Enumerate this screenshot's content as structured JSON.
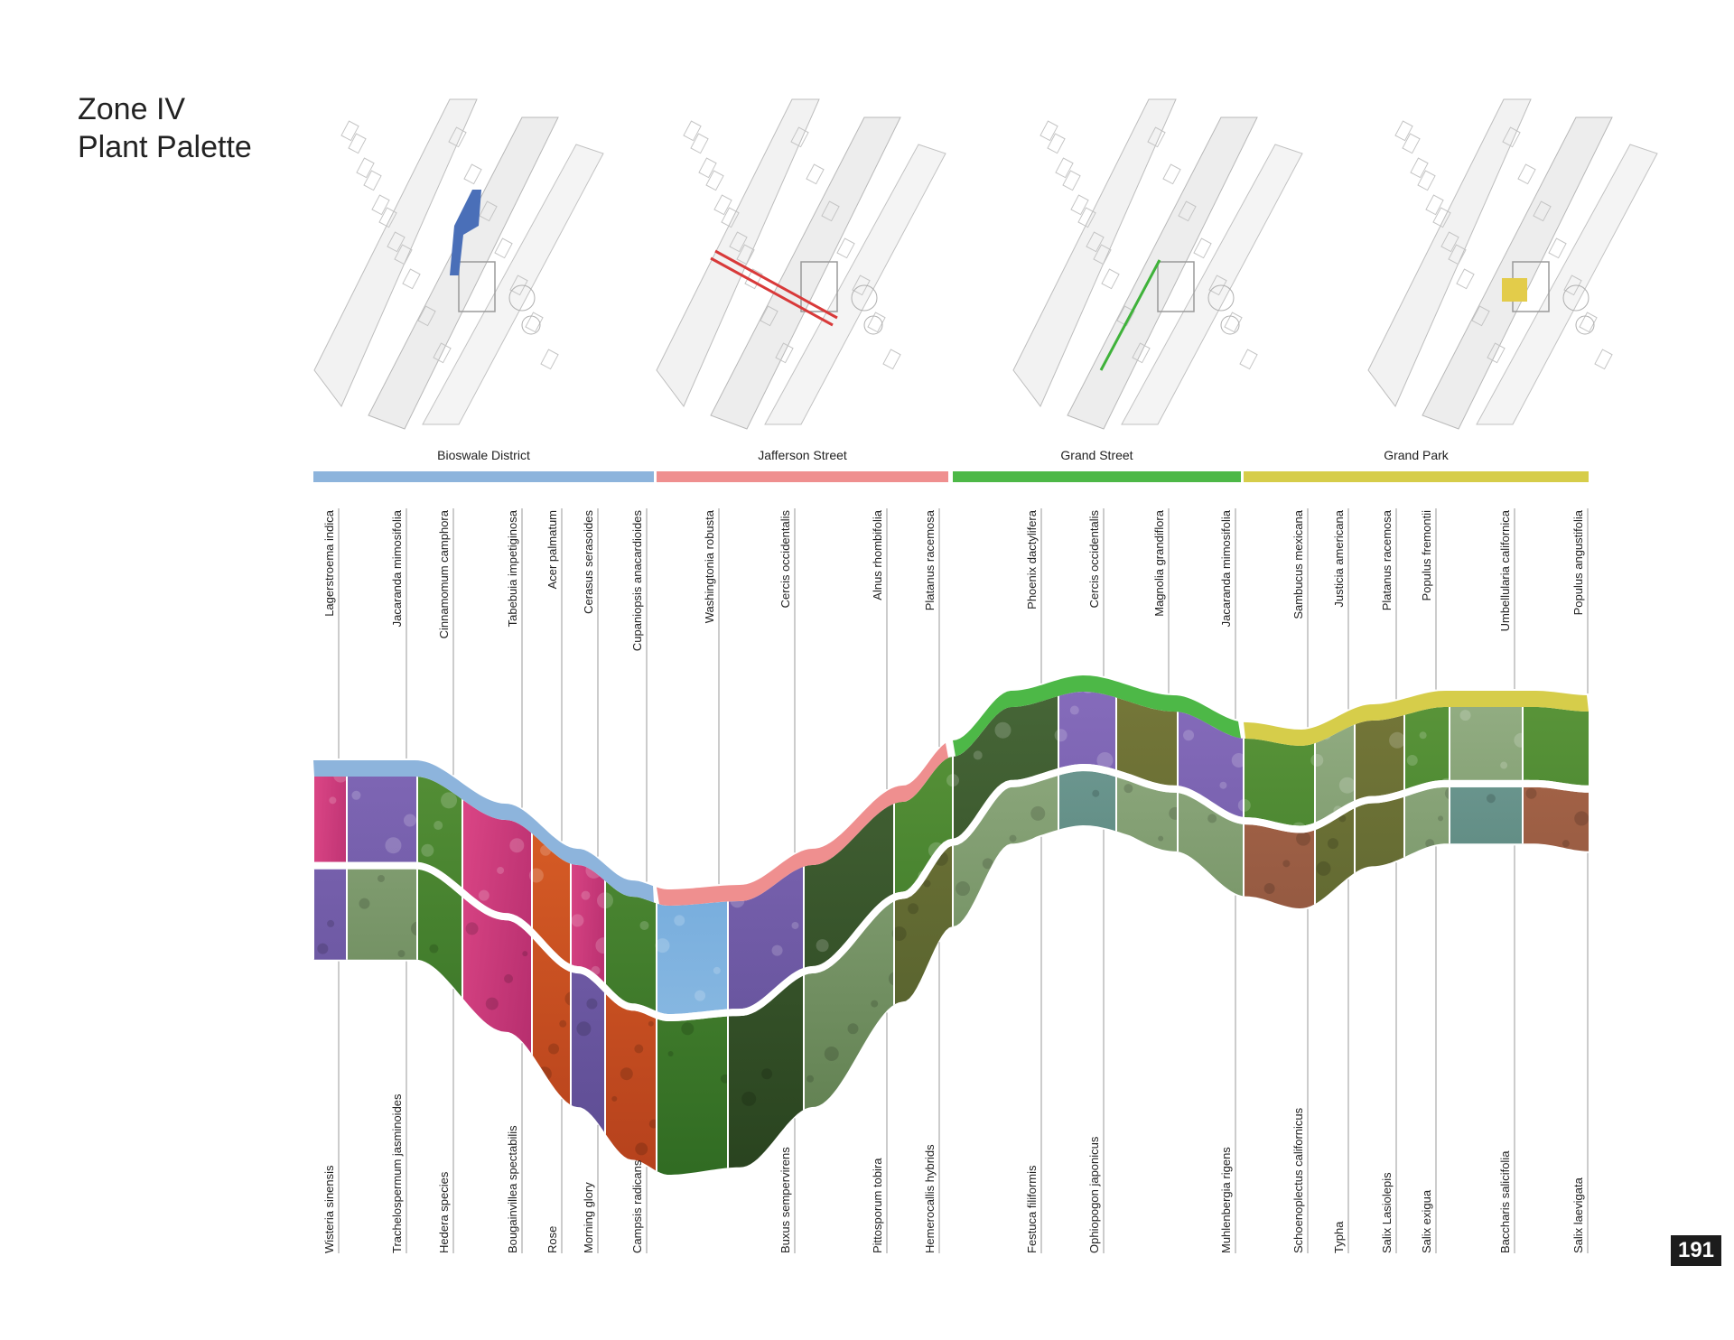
{
  "page": {
    "title_line1": "Zone IV",
    "title_line2": "Plant Palette",
    "page_number": "191"
  },
  "zones": [
    {
      "name": "Bioswale District",
      "color": "#8db4dc",
      "top_plants": [
        "Lagerstroema indica",
        "Jacaranda mimosifolia",
        "Cinnamomum camphora",
        "Tabebuia impetiginosa",
        "Acer palmatum",
        "Cerasus serasoides",
        "Cupaniopsis anacardioides"
      ],
      "bottom_plants": [
        "Wisteria sinensis",
        "Trachelospermum jasminoides",
        "Hedera species",
        "Bougainvillea spectabilis",
        "Rose",
        "Morning glory",
        "Campsis radicans"
      ]
    },
    {
      "name": "Jafferson Street",
      "color": "#ef8f8f",
      "top_plants": [
        "Washingtonia robusta",
        "Cercis occidentalis",
        "Alnus rhombifolia",
        "Platanus racemosa"
      ],
      "bottom_plants": [
        "Buxus sempervirens",
        "Pittosporum tobira",
        "Hemerocallis hybrids"
      ]
    },
    {
      "name": "Grand Street",
      "color": "#4db847",
      "top_plants": [
        "Phoenix dactylifera",
        "Cercis occidentalis",
        "Magnolia grandiflora",
        "Jacaranda mimosifolia"
      ],
      "bottom_plants": [
        "Festuca filiformis",
        "Ophiopogon japonicus",
        "Muhlenbergia rigens"
      ]
    },
    {
      "name": "Grand Park",
      "color": "#d6cd4a",
      "top_plants": [
        "Sambucus mexicana",
        "Justicia americana",
        "Platanus racemosa",
        "Populus fremontii",
        "Umbellularia californica",
        "Populus angustifolia"
      ],
      "bottom_plants": [
        "Schoenoplectus californicus",
        "Typha",
        "Salix Lasiolepis",
        "Salix exigua",
        "Baccharis salicifolia",
        "Salix laevigata"
      ]
    }
  ]
}
